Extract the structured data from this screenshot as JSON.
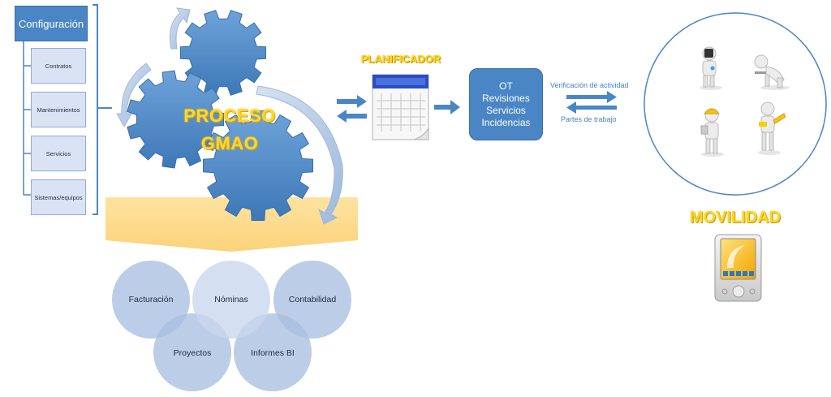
{
  "config": {
    "title": "Configuración",
    "items": [
      "Contratos",
      "Mantenimientos",
      "Servicios",
      "Sistemas/equipos"
    ]
  },
  "process": {
    "line1": "PROCESO",
    "line2": "GMAO"
  },
  "planner": {
    "label": "PLANIFICADOR"
  },
  "ot_box": {
    "lines": [
      "OT",
      "Revisiones",
      "Servicios",
      "Incidencias"
    ]
  },
  "flow": {
    "top_label": "Verificación de actividad",
    "bottom_label": "Partes de trabajo"
  },
  "mobility": {
    "label": "MOVILIDAD"
  },
  "modules": [
    "Facturación",
    "Nóminas",
    "Contabilidad",
    "Proyectos",
    "Informes BI"
  ],
  "colors": {
    "blue": "#4a86c5",
    "light_blue": "#dae3f3",
    "yellow": "#ffd620",
    "module_circle": "#a9bfe0"
  },
  "icons": {
    "planner": "calendar-icon",
    "workers": [
      "welder-figure",
      "mechanic-figure",
      "engineer-figure",
      "painter-figure"
    ],
    "device": "pda-device-icon"
  }
}
